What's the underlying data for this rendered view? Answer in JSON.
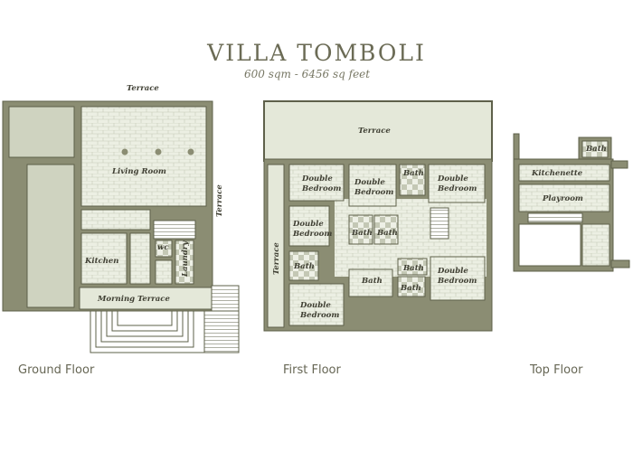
{
  "header": {
    "title": "VILLA TOMBOLI",
    "subtitle": "600 sqm - 6456 sq  feet"
  },
  "floors": {
    "ground": {
      "label": "Ground Floor",
      "rooms": {
        "terrace_top": "Terrace",
        "living_room": "Living Room",
        "terrace_side": "Terrace",
        "wc": "wc",
        "laundry": "Laundry",
        "kitchen": "Kitchen",
        "morning_terrace": "Morning Terrace"
      }
    },
    "first": {
      "label": "First Floor",
      "rooms": {
        "terrace_top": "Terrace",
        "terrace_side": "Terrace",
        "double_bedroom_1": "Double Bedroom",
        "double_bedroom_2": "Double Bedroom",
        "double_bedroom_3": "Double Bedroom",
        "double_bedroom_4": "Double Bedroom",
        "double_bedroom_5": "Double Bedroom",
        "double_bedroom_6": "Double Bedroom",
        "bath_1": "Bath",
        "bath_2": "Bath",
        "bath_3": "Bath",
        "bath_4": "Bath",
        "bath_5": "Bath",
        "bath_6": "Bath",
        "bath_7": "Bath"
      }
    },
    "top": {
      "label": "Top Floor",
      "rooms": {
        "bath": "Bath",
        "kitchenette": "Kitchenette",
        "playroom": "Playroom"
      }
    }
  },
  "colors": {
    "wall": "#8b8d73",
    "wall_stroke": "#5e604a",
    "terrace": "#e4e8d9",
    "brick": "#ecefe3",
    "brick_line": "#c3c7b3",
    "tile_dark": "#bfc3b0",
    "tile_light": "#eef0e6",
    "text": "#3f3f33"
  }
}
